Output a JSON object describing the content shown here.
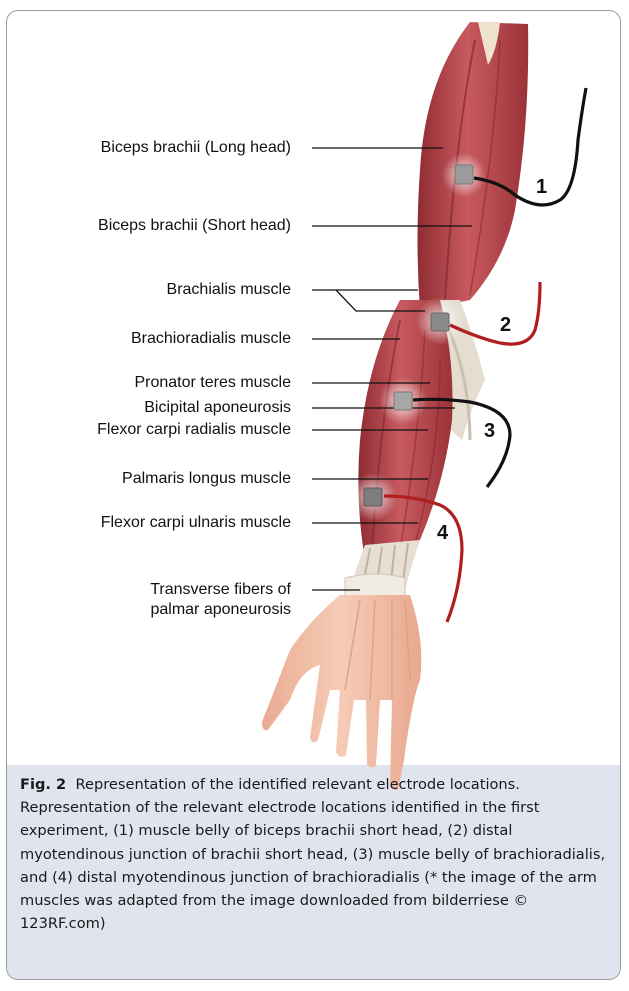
{
  "labels": {
    "biceps_long": "Biceps brachii (Long head)",
    "biceps_short": "Biceps brachii (Short head)",
    "brachialis": "Brachialis muscle",
    "brachioradialis": "Brachioradialis muscle",
    "pronator": "Pronator teres muscle",
    "bicipital": "Bicipital aponeurosis",
    "fcr": "Flexor carpi radialis muscle",
    "palmaris": "Palmaris longus muscle",
    "fcu": "Flexor carpi ulnaris muscle",
    "transverse_1": "Transverse fibers of",
    "transverse_2": "palmar aponeurosis"
  },
  "electrodes": [
    "1",
    "2",
    "3",
    "4"
  ],
  "caption": {
    "fig_label": "Fig. 2",
    "title": "Representation of the identified relevant electrode locations.",
    "body": "Representation of the relevant electrode locations identified in the first experiment, (1) muscle belly of biceps brachii short head, (2) distal myotendinous junction of brachii short head, (3) muscle belly of brachioradialis, and (4) distal myotendinous junction of brachioradialis (* the image of the arm muscles was adapted from the image downloaded from bilderriese © 123RF.com)"
  },
  "colors": {
    "muscle": "#b8484e",
    "skin": "#f2bfa8",
    "black_lead": "#111111",
    "red_lead": "#b01e22",
    "caption_bg": "#dfe4ee"
  }
}
